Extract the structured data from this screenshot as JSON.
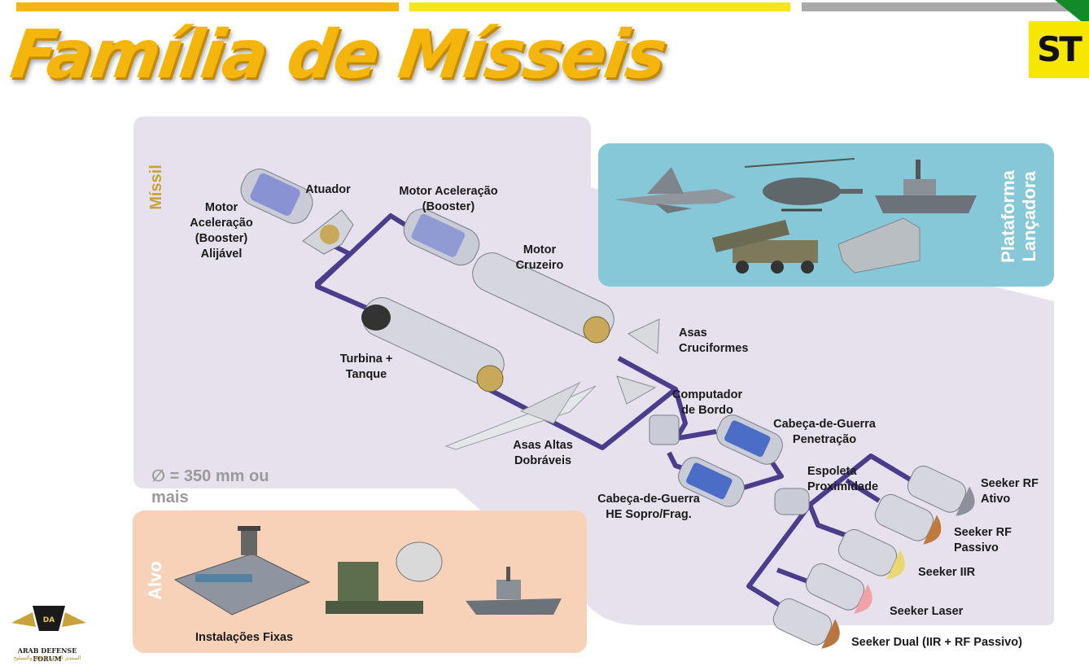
{
  "header": {
    "title": "Família de Mísseis",
    "logo_text": "ST",
    "bar_colors": [
      "#f3b70f",
      "#f5e51a",
      "#a9a9a9"
    ]
  },
  "panels": {
    "missile_label": "Míssil",
    "platform_label": "Plataforma\nLançadora",
    "target_label": "Alvo"
  },
  "components": {
    "booster_jettison": "Motor\nAceleração\n(Booster)\nAlijável",
    "actuator": "Atuador",
    "booster": "Motor Aceleração\n(Booster)",
    "cruise_motor": "Motor\nCruzeiro",
    "turbine_tank": "Turbina +\nTanque",
    "cruciform_wings": "Asas\nCruciformes",
    "onboard_computer": "Computador\nde Bordo",
    "folding_wings": "Asas Altas\nDobráveis",
    "warhead_penetration": "Cabeça-de-Guerra\nPenetração",
    "warhead_he": "Cabeça-de-Guerra\nHE Sopro/Frag.",
    "proximity_fuze": "Espoleta\nProximidade"
  },
  "seekers": {
    "rf_active": "Seeker RF\nAtivo",
    "rf_passive": "Seeker RF\nPassivo",
    "iir": "Seeker IIR",
    "laser": "Seeker Laser",
    "dual": "Seeker Dual (IIR + RF Passivo)"
  },
  "diameter_note": "∅ = 350 mm ou\nmais",
  "targets": {
    "fixed_installations": "Instalações Fixas"
  },
  "platforms": [
    "fighter-jet-icon",
    "helicopter-icon",
    "warship-icon",
    "rocket-launcher-truck-icon",
    "missile-launcher-pod-icon"
  ],
  "footer": {
    "forum_name": "ARAB DEFENSE FORUM",
    "forum_arabic": "المنتدى العربي للدفاع والتسليح",
    "badge_text": "DA"
  },
  "colors": {
    "panel_missile": "#e7e1ee",
    "panel_platform": "#86c7d8",
    "panel_target": "#f7d2b8",
    "connector": "#4b3d8c",
    "title": "#f4b50d"
  }
}
